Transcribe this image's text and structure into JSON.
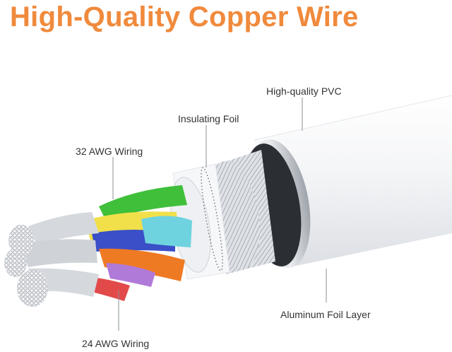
{
  "title": "High-Quality Copper Wire",
  "labels": {
    "pvc": "High-quality PVC",
    "foil": "Insulating Foil",
    "awg32": "32 AWG Wiring",
    "aluminum": "Aluminum Foil Layer",
    "awg24": "24 AWG Wiring"
  },
  "colors": {
    "title": "#f08a3c",
    "cable_jacket": "#f4f5f7",
    "wire_green": "#3fbf3a",
    "wire_yellow": "#f1e04a",
    "wire_blue": "#3a4fc8",
    "wire_cyan": "#6fd3df",
    "wire_orange": "#ef7a24",
    "wire_purple": "#b07ad8",
    "wire_red": "#e24a4a",
    "copper_strands": "#c9ccd2"
  }
}
